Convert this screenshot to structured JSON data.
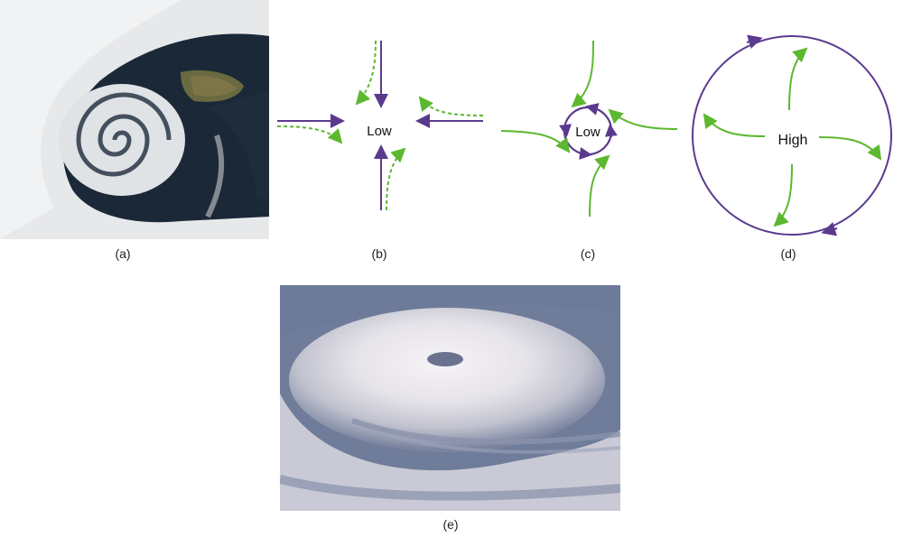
{
  "figure": {
    "panels": [
      {
        "id": "a",
        "caption": "(a)",
        "kind": "satellite-photo",
        "description": "Low-pressure cyclone spiral near Iceland"
      },
      {
        "id": "b",
        "caption": "(b)",
        "kind": "diagram",
        "center_label": "Low",
        "description": "Air flowing toward low pressure, deflected by Coriolis (dashed green)"
      },
      {
        "id": "c",
        "caption": "(c)",
        "kind": "diagram",
        "center_label": "Low",
        "description": "Counterclockwise circulation around low"
      },
      {
        "id": "d",
        "caption": "(d)",
        "kind": "diagram",
        "center_label": "High",
        "description": "Clockwise outflow around high"
      },
      {
        "id": "e",
        "caption": "(e)",
        "kind": "satellite-photo",
        "description": "Hurricane with visible eye"
      }
    ]
  },
  "colors": {
    "pressure_arrow": "#5b3a8e",
    "wind_arrow": "#5cb82e",
    "text": "#111111"
  }
}
